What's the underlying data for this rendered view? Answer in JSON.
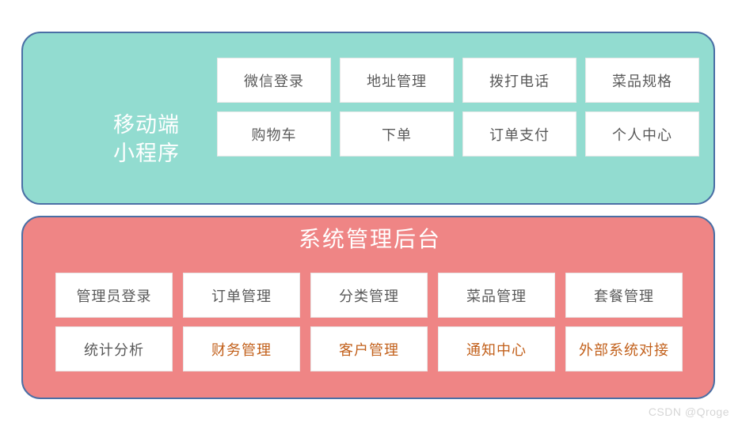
{
  "colors": {
    "mobile_panel_fill": "#92dcd0",
    "admin_panel_fill": "#ef8585",
    "panel_border": "#4a6fa5",
    "cell_fill": "#ffffff",
    "cell_border": "#e8e8e8",
    "cell_text": "#595959",
    "accent_text": "#c2601b",
    "panel_label_text": "#ffffff",
    "watermark_text": "#d6d6d6",
    "page_background": "#ffffff"
  },
  "mobile_panel": {
    "label": "移动端\n小程序",
    "cells": [
      {
        "label": "微信登录",
        "accent": false
      },
      {
        "label": "地址管理",
        "accent": false
      },
      {
        "label": "拨打电话",
        "accent": false
      },
      {
        "label": "菜品规格",
        "accent": false
      },
      {
        "label": "购物车",
        "accent": false
      },
      {
        "label": "下单",
        "accent": false
      },
      {
        "label": "订单支付",
        "accent": false
      },
      {
        "label": "个人中心",
        "accent": false
      }
    ]
  },
  "admin_panel": {
    "title": "系统管理后台",
    "cells": [
      {
        "label": "管理员登录",
        "accent": false
      },
      {
        "label": "订单管理",
        "accent": false
      },
      {
        "label": "分类管理",
        "accent": false
      },
      {
        "label": "菜品管理",
        "accent": false
      },
      {
        "label": "套餐管理",
        "accent": false
      },
      {
        "label": "统计分析",
        "accent": false
      },
      {
        "label": "财务管理",
        "accent": true
      },
      {
        "label": "客户管理",
        "accent": true
      },
      {
        "label": "通知中心",
        "accent": true
      },
      {
        "label": "外部系统对接",
        "accent": true
      }
    ]
  },
  "watermark": {
    "text": "CSDN @Qroge"
  }
}
